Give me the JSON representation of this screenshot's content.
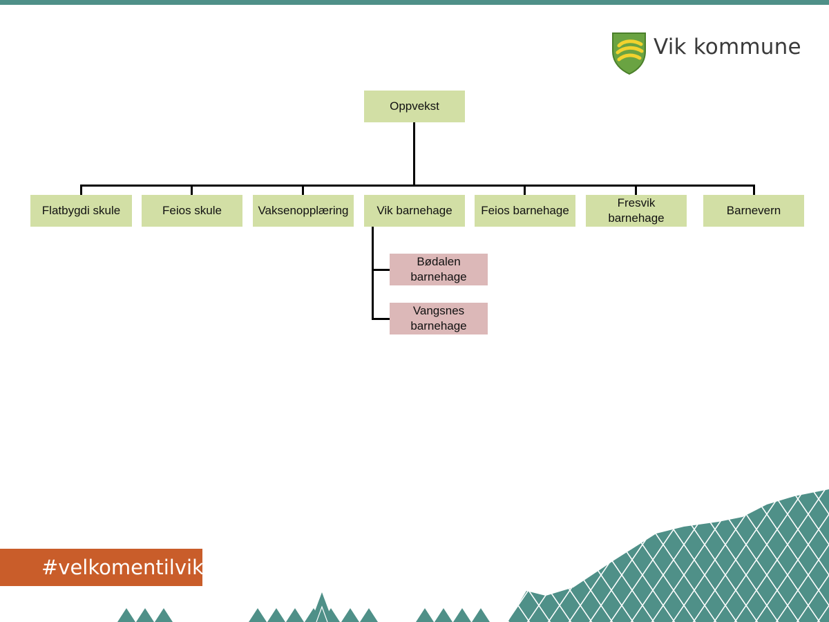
{
  "brand": {
    "name": "Vik kommune",
    "hashtag": "#velkomentilvik",
    "colors": {
      "accent_teal": "#4f9088",
      "box_green": "#d2dfa5",
      "box_pink": "#dcb8b8",
      "hashtag_orange": "#c95d2a"
    }
  },
  "org_chart": {
    "root": "Oppvekst",
    "units": [
      "Flatbygdi skule",
      "Feios skule",
      "Vaksenopplæring",
      "Vik barnehage",
      "Feios barnehage",
      "Fresvik barnehage",
      "Barnevern"
    ],
    "sub_units_of_vik_barnehage": [
      "Bødalen barnehage",
      "Vangsnes barnehage"
    ]
  },
  "icons": {
    "logo": "coat-of-arms-icon",
    "decor": "mountain-pattern"
  }
}
